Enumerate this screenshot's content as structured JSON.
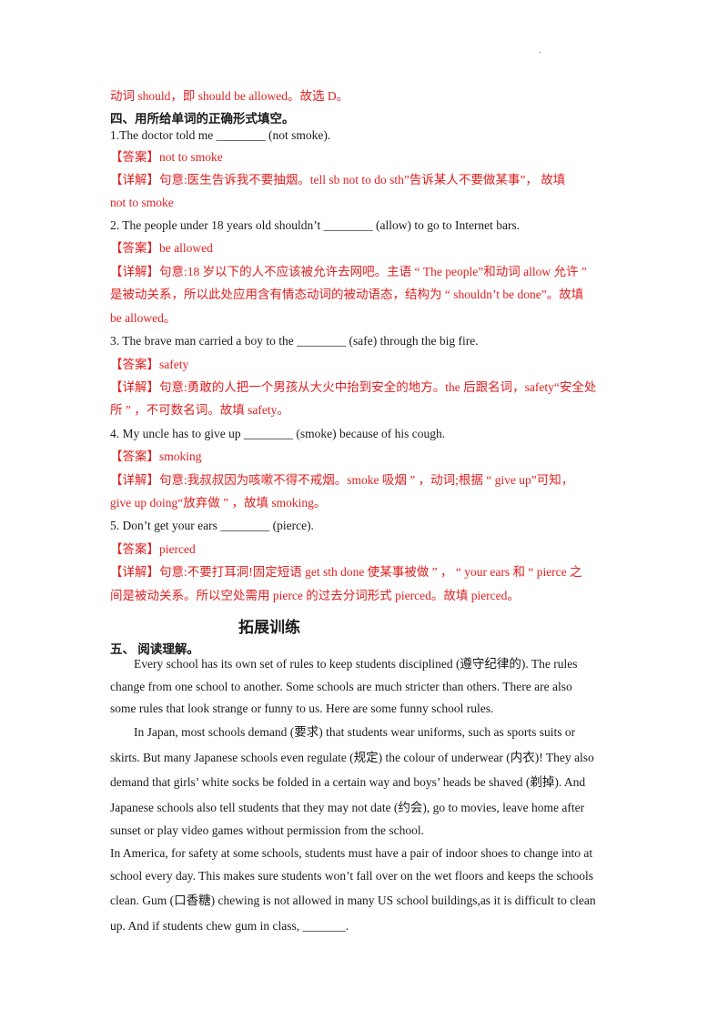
{
  "lines": {
    "l0": "动词 should，即 should  be  allowed。故选 D。",
    "sec4": "四、用所给单词的正确形式填空。",
    "q1": "1.The doctor told me ________ (not smoke).",
    "a1": "【答案】not to smoke",
    "d1a": "【详解】句意:医生告诉我不要抽烟。tell sb  not  to  do  sth”告诉某人不要做某事”，  故填",
    "d1b": "not  to  smoke",
    "q2": "2.   The people under 18 years old shouldn’t ________ (allow) to go to Internet bars.",
    "a2": "【答案】be allowed",
    "d2a": "【详解】句意:18 岁以下的人不应该被允许去网吧。主语 “ The  people”和动词 allow 允许 ”",
    "d2b": "是被动关系，所以此处应用含有情态动词的被动语态，结构为 “ shouldn’t be done”。故填",
    "d2c": "be allowed。",
    "q3": "3.   The brave man carried a boy to the ________ (safe) through the big fire.",
    "a3": "【答案】safety",
    "d3a": "【详解】句意:勇敢的人把一个男孩从大火中抬到安全的地方。the 后跟名词，safety“安全处",
    "d3b": "所 ” ，不可数名词。故填 safety。",
    "q4": "4.   My uncle has to give up ________ (smoke) because of his cough.",
    "a4": "【答案】smoking",
    "d4a": "【详解】句意:我叔叔因为咳嗽不得不戒烟。smoke 吸烟 ” ，动词;根据 “ give  up”可知，",
    "d4b": "give up doing“放弃做 ” ，故填 smoking。",
    "q5": "5.   Don’t get your ears ________ (pierce).",
    "a5": "【答案】pierced",
    "d5a": "【详解】句意:不要打耳洞!固定短语 get  sth  done 使某事被做 ” ，  “ your  ears 和 “ pierce 之",
    "d5b": "间是被动关系。所以空处需用 pierce 的过去分词形式 pierced。故填 pierced。",
    "heading": "拓展训练",
    "sec5": "五、  阅读理解。",
    "p1a": "Every school has its own set of rules to keep students disciplined (遵守纪律的). The rules",
    "p1b": "change from one school to another. Some schools are much stricter than others. There are also",
    "p1c": "some rules that look strange or funny to us. Here are some funny school rules.",
    "p2a": "In Japan, most schools demand (要求) that students wear uniforms, such as sports suits or",
    "p2b": "skirts. But many Japanese schools even regulate (规定) the colour of underwear (内衣)! They also",
    "p2c": "demand that girls’ white socks be folded in a certain way and boys’ heads be shaved (剃掉). And",
    "p2d": "Japanese schools also tell students that they may not date (约会), go to movies, leave home after",
    "p2e": "sunset or play video games without permission from the school.",
    "p3a": "In America, for safety at some schools, students must have a pair of indoor shoes to change into at",
    "p3b": "school every day. This makes sure students won’t fall over on the wet floors and keeps the schools",
    "p3c": "clean. Gum (口香糖) chewing is not allowed in many US school buildings,as it is difficult to clean",
    "p3d": "up. And if students chew gum in class, _______."
  }
}
